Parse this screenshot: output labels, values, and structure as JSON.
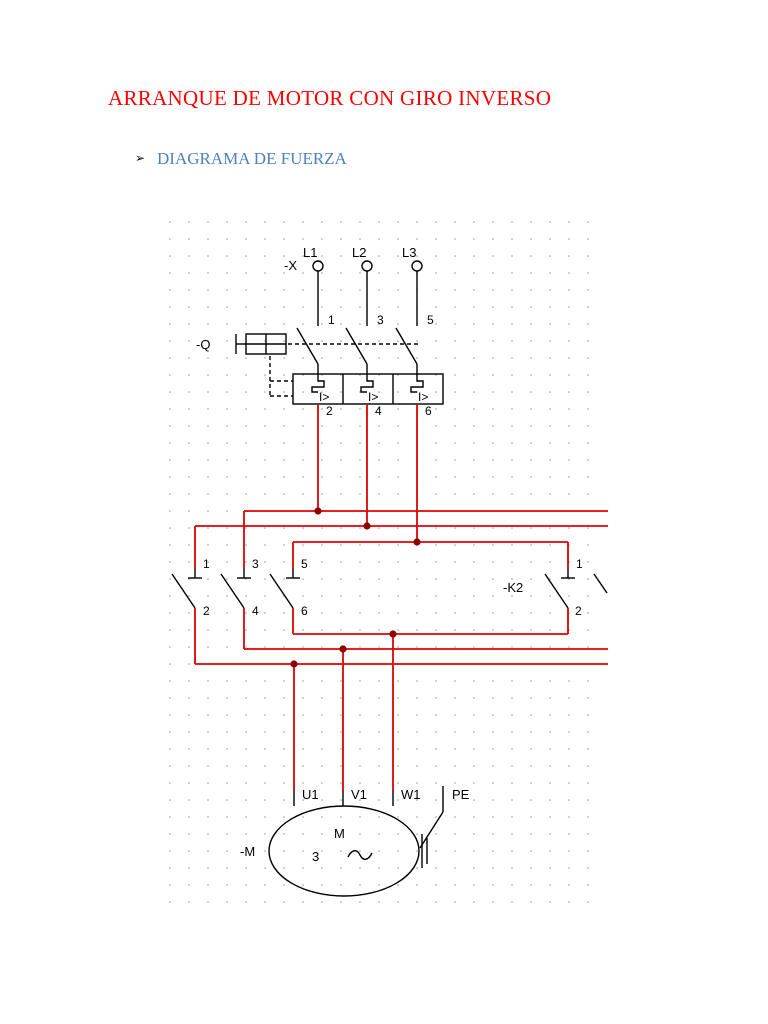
{
  "document": {
    "title": "ARRANQUE DE MOTOR CON GIRO INVERSO",
    "bullet_symbol": "➢",
    "bullet_text": "DIAGRAMA DE FUERZA"
  },
  "colors": {
    "title": "#ff0000",
    "bullet_text": "#4f81bd",
    "power_wire": "#e00000",
    "junction": "#8b0000"
  },
  "diagram": {
    "terminal_block": {
      "label": "-X",
      "phases": [
        "L1",
        "L2",
        "L3"
      ]
    },
    "breaker": {
      "label": "-Q",
      "top_terminals": [
        "1",
        "3",
        "5"
      ],
      "bottom_terminals": [
        "2",
        "4",
        "6"
      ],
      "trip_mark": "I>"
    },
    "contactor_k1": {
      "top_terminals": [
        "1",
        "3",
        "5"
      ],
      "bottom_terminals": [
        "2",
        "4",
        "6"
      ]
    },
    "contactor_k2": {
      "label": "-K2",
      "top_terminal": "1",
      "bottom_terminal": "2"
    },
    "motor": {
      "label": "-M",
      "terminals": [
        "U1",
        "V1",
        "W1",
        "PE"
      ],
      "symbol": "M",
      "phases": "3",
      "ac_symbol": "~"
    }
  }
}
